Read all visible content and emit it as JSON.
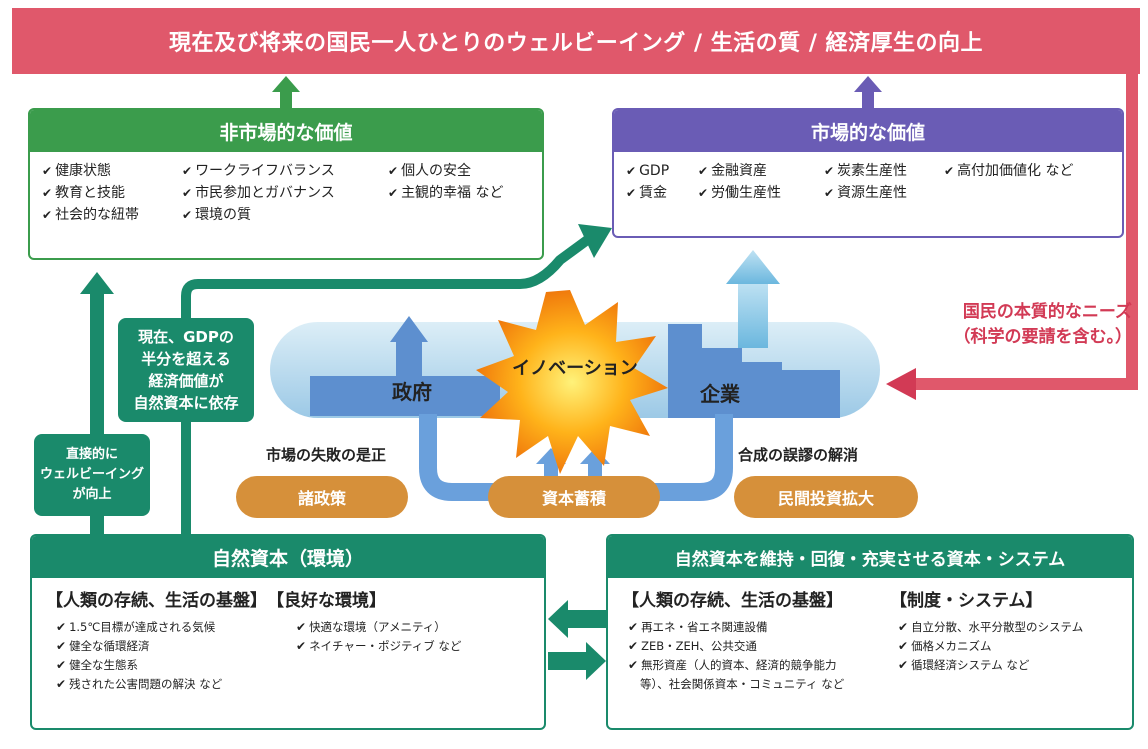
{
  "banner": "現在及び将来の国民一人ひとりのウェルビーイング / 生活の質 / 経済厚生の向上",
  "nonmarket": {
    "title": "非市場的な価値",
    "items": [
      "健康状態",
      "ワークライフバランス",
      "個人の安全",
      "教育と技能",
      "市民参加とガバナンス",
      "主観的幸福 など",
      "社会的な紐帯",
      "環境の質"
    ]
  },
  "market": {
    "title": "市場的な価値",
    "items": [
      "GDP",
      "金融資産",
      "炭素生産性",
      "高付加価値化 など",
      "賃金",
      "労働生産性",
      "資源生産性"
    ]
  },
  "needs": {
    "line1": "国民の本質的なニーズ",
    "line2": "（科学の要請を含む。）"
  },
  "center": {
    "innovation": "イノベーション",
    "government": "政府",
    "business": "企業",
    "left_label": "市場の失敗の是正",
    "right_label": "合成の誤謬の解消"
  },
  "pills": {
    "policy": "諸政策",
    "capital": "資本蓄積",
    "investment": "民間投資拡大"
  },
  "callouts": {
    "gdp": [
      "現在、GDPの",
      "半分を超える",
      "経済価値が",
      "自然資本に依存"
    ],
    "direct": [
      "直接的に",
      "ウェルビーイング",
      "が向上"
    ]
  },
  "natural": {
    "title": "自然資本（環境）",
    "sub1": "【人類の存続、生活の基盤】",
    "sub2": "【良好な環境】",
    "left_items": [
      "1.5℃目標が達成される気候",
      "健全な循環経済",
      "健全な生態系",
      "残された公害問題の解決 など"
    ],
    "right_items": [
      "快適な環境（アメニティ）",
      "ネイチャー・ポジティブ など"
    ]
  },
  "systems": {
    "title": "自然資本を維持・回復・充実させる資本・システム",
    "sub1": "【人類の存続、生活の基盤】",
    "sub2": "【制度・システム】",
    "left_items": [
      "再エネ・省エネ関連設備",
      "ZEB・ZEH、公共交通",
      "無形資産（人的資本、経済的競争能力",
      "等）、社会関係資本・コミュニティ など"
    ],
    "right_items": [
      "自立分散、水平分散型のシステム",
      "価格メカニズム",
      "循環経済システム など"
    ]
  },
  "colors": {
    "banner": "#e0586b",
    "green": "#3b9c4c",
    "purple": "#6a5cb5",
    "teal": "#1a8a6b",
    "orange": "#d6903a",
    "red": "#d23a55"
  }
}
